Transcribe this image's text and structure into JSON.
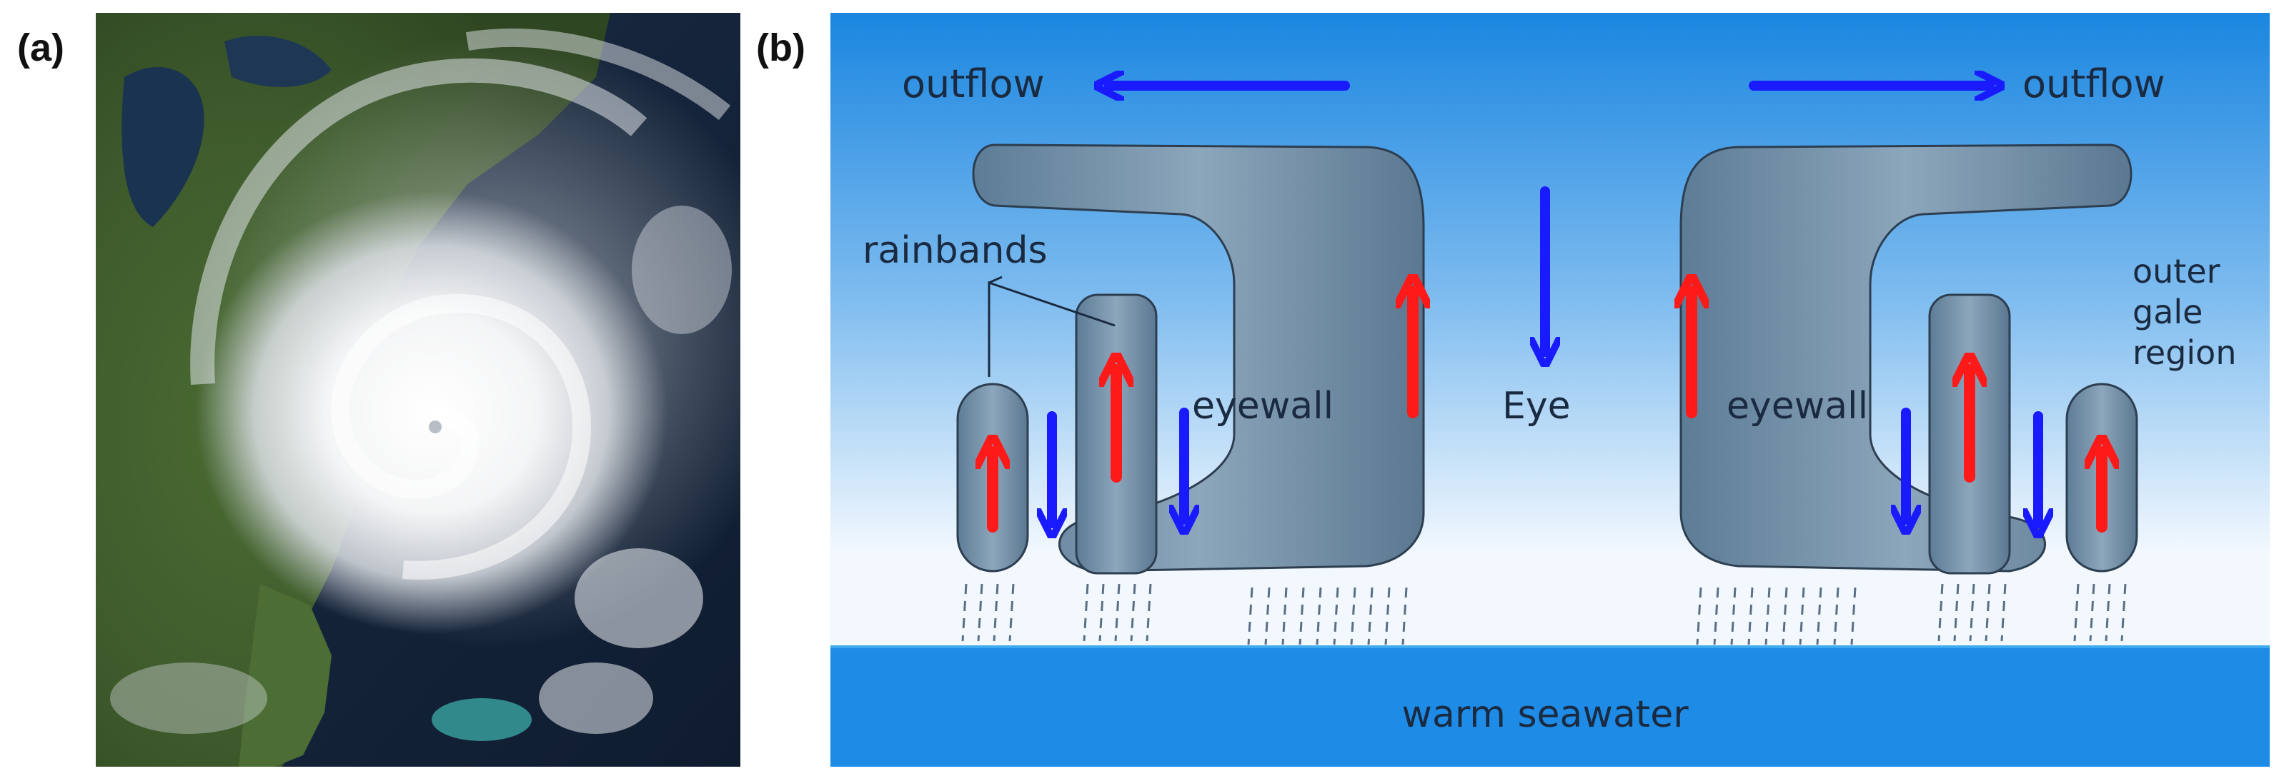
{
  "panels": {
    "a": {
      "label": "(a)"
    },
    "b": {
      "label": "(b)"
    }
  },
  "diagram": {
    "labels": {
      "outflow_left": "outflow",
      "outflow_right": "outflow",
      "rainbands": "rainbands",
      "eyewall_left": "eyewall",
      "eyewall_right": "eyewall",
      "eye": "Eye",
      "outer_1": "outer",
      "outer_2": "gale",
      "outer_3": "region",
      "warm_seawater": "warm seawater"
    },
    "colors": {
      "sky_top": "#1a86e0",
      "sky_bottom": "#f2f8fe",
      "sea": "#1e8ce6",
      "cloud": "#6f8da6",
      "updraft": "#ff1a1a",
      "downdraft": "#1a1aff",
      "text": "#1a2a40"
    }
  }
}
